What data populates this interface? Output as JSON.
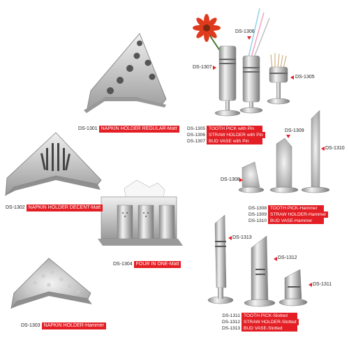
{
  "products": {
    "ds1301": {
      "code": "DS-1301",
      "name": "NAPKIN HOLDER REGULAR-Matt"
    },
    "ds1302": {
      "code": "DS-1302",
      "name": "NAPKIN HOLDER DECENT-Matt"
    },
    "ds1303": {
      "code": "DS-1303",
      "name": "NAPKIN HOLDER-Hammer"
    },
    "ds1304": {
      "code": "DS-1304",
      "name": "FOUR IN ONE-Matt"
    }
  },
  "group_a": {
    "callouts": {
      "c1305": "DS-1305",
      "c1306": "DS-1306",
      "c1307": "DS-1307"
    },
    "rows": [
      {
        "code": "DS-1305",
        "name": "TOOTH PICK with Pin"
      },
      {
        "code": "DS-1306",
        "name": "STRAW HOLDER with Pin"
      },
      {
        "code": "DS-1307",
        "name": "BUD VASE with Pin"
      }
    ]
  },
  "group_b": {
    "callouts": {
      "c1308": "DS-1308",
      "c1309": "DS-1309",
      "c1310": "DS-1310"
    },
    "rows": [
      {
        "code": "DS-1308",
        "name": "TOOTH PICK-Hammer"
      },
      {
        "code": "DS-1309",
        "name": "STRAW HOLDER-Hammer"
      },
      {
        "code": "DS-1310",
        "name": "BUD VASE-Hammer"
      }
    ]
  },
  "group_c": {
    "callouts": {
      "c1311": "DS-1311",
      "c1312": "DS-1312",
      "c1313": "DS-1313"
    },
    "rows": [
      {
        "code": "DS-1311",
        "name": "TOOTH PICK-Slotted"
      },
      {
        "code": "DS-1312",
        "name": "STRAW HOLDER-Slotted"
      },
      {
        "code": "DS-1313",
        "name": "BUD VASE-Slotted"
      }
    ]
  },
  "colors": {
    "accent_red": "#e31e24",
    "steel_light": "#e6e6e6",
    "steel_dark": "#8a8a8a",
    "background": "#ffffff"
  }
}
